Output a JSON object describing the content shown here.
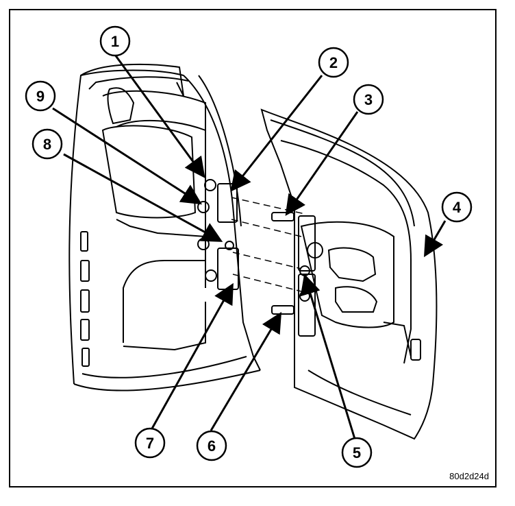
{
  "figure_code": "80d2d24d",
  "callouts": [
    {
      "label": "1"
    },
    {
      "label": "2"
    },
    {
      "label": "3"
    },
    {
      "label": "4"
    },
    {
      "label": "5"
    },
    {
      "label": "6"
    },
    {
      "label": "7"
    },
    {
      "label": "8"
    },
    {
      "label": "9"
    }
  ]
}
